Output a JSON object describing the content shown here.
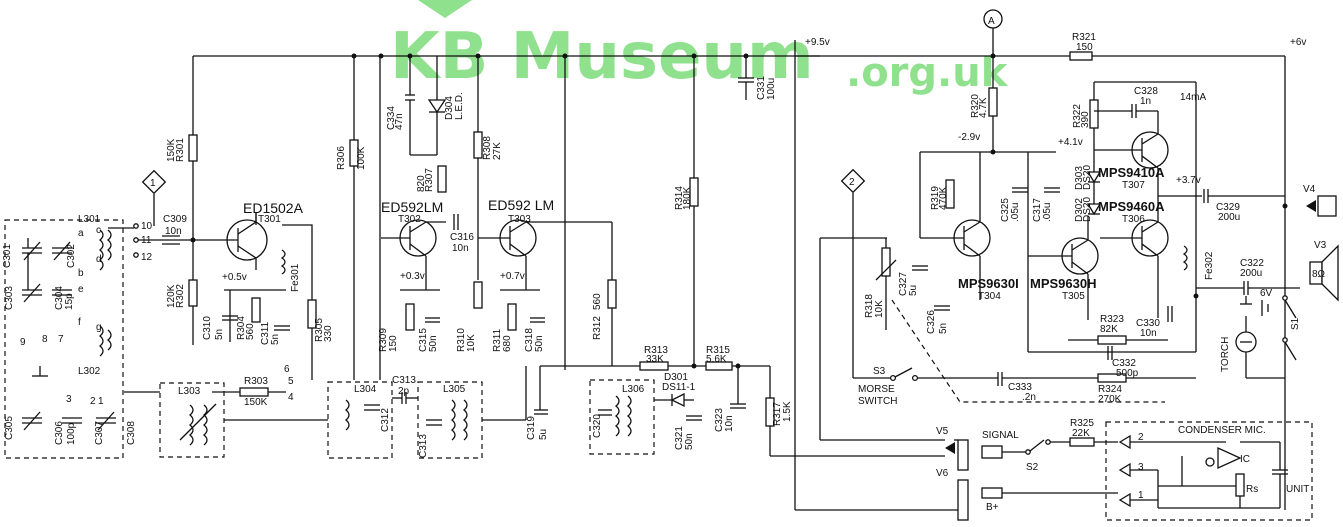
{
  "watermark": {
    "main": "KB Museum",
    "suffix": ".org.uk"
  },
  "nodes": {
    "node_a": "A",
    "node_1": "1",
    "node_2": "2",
    "node_1_mic": "1",
    "node_2_mic": "2",
    "node_3_mic": "3"
  },
  "supplies": {
    "plus95": "+9.5v",
    "plus6": "+6v",
    "v4": "V4",
    "v3": "V3",
    "v5": "V5",
    "v6": "V6"
  },
  "voltages": {
    "t301_e": "+0.5v",
    "t302_e": "+0.3v",
    "t303_e": "+0.7v",
    "t304_c": "-2.9v",
    "t307_e": "+4.1v",
    "t306_e": "+3.7v",
    "i_t307": "14mA"
  },
  "transistors": {
    "t301_type": "ED1502A",
    "t301_ref": "T301",
    "t302_type": "ED592LM",
    "t302_ref": "T302",
    "t303_type": "ED592 LM",
    "t303_ref": "T303",
    "t304_type": "MPS9630I",
    "t304_ref": "T304",
    "t305_type": "MPS9630H",
    "t305_ref": "T305",
    "t306_type": "MPS9460A",
    "t306_ref": "T306",
    "t307_type": "MPS9410A",
    "t307_ref": "T307"
  },
  "resistors": {
    "r301": "R301",
    "r301_v": "150K",
    "r302": "R302",
    "r302_v": "120K",
    "r303": "R303",
    "r303_v": "150K",
    "r304": "R304",
    "r304_v": "560",
    "r305": "R305",
    "r305_v": "330",
    "r306": "R306",
    "r306_v": "100K",
    "r307": "R307",
    "r307_v": "820",
    "r308": "R308",
    "r308_v": "27K",
    "r309": "R309",
    "r309_v": "150",
    "r310": "R310",
    "r310_v": "10K",
    "r311": "R311",
    "r311_v": "680",
    "r312": "R312",
    "r312_v": "560",
    "r313": "R313",
    "r313_v": "33K",
    "r314": "R314",
    "r314_v": "180K",
    "r315": "R315",
    "r315_v": "5.6K",
    "r317": "R317",
    "r317_v": "1.5K",
    "r318": "R318",
    "r318_v": "10K",
    "r319": "R319",
    "r319_v": "470K",
    "r320": "R320",
    "r320_v": "4.7K",
    "r321": "R321",
    "r321_v": "150",
    "r322": "R322",
    "r322_v": "390",
    "r323": "R323",
    "r323_v": "82K",
    "r324": "R324",
    "r324_v": "270K",
    "r325": "R325",
    "r325_v": "22K",
    "rs": "Rs"
  },
  "capacitors": {
    "c301": "C301",
    "c302": "C302",
    "c303": "C303",
    "c304": "C304",
    "c304_v": "15p",
    "c305": "C305",
    "c306": "C306",
    "c306_v": "100p",
    "c307": "C307",
    "c308": "C308",
    "c309": "C309",
    "c309_v": "10n",
    "c310": "C310",
    "c310_v": "5n",
    "c311": "C311",
    "c311_v": "5n",
    "c312": "C312",
    "c313": "C313",
    "c313_v": "2p",
    "c313b": "C313",
    "c315": "C315",
    "c315_v": "50n",
    "c316": "C316",
    "c316_v": "10n",
    "c318": "C318",
    "c318_v": "50n",
    "c319": "C319",
    "c319_v": "5u",
    "c320": "C320",
    "c321": "C321",
    "c321_v": "50n",
    "c322": "C322",
    "c322_v": "200u",
    "c323": "C323",
    "c323_v": "10n",
    "c325": "C325",
    "c325_v": ".05u",
    "c326": "C326",
    "c326_v": "5n",
    "c327": "C327",
    "c327_v": "5u",
    "c328": "C328",
    "c328_v": "1n",
    "c329": "C329",
    "c329_v": "200u",
    "c330": "C330",
    "c330_v": "10n",
    "c331": "C331",
    "c331_v": "100u",
    "c332": "C332",
    "c332_v": "500p",
    "c333": "C333",
    "c333_v": ".2n",
    "c334": "C334",
    "c334_v": "47n",
    "c317": "C317",
    "c317_v": ".05u"
  },
  "inductors": {
    "l301": "L301",
    "l302": "L302",
    "l303": "L303",
    "l304": "L304",
    "l305": "L305",
    "l306": "L306",
    "fe301": "Fe301",
    "fe302": "Fe302"
  },
  "diodes": {
    "d301": "D301",
    "d301_t": "DS11-1",
    "d302": "D302",
    "d302_t": "DS20",
    "d303": "D303",
    "d303_t": "DS20",
    "d304": "D304",
    "d304_t": "L.E.D."
  },
  "switches": {
    "s1": "S1",
    "s2": "S2",
    "s3": "S3",
    "morse": "MORSE",
    "morse2": "SWITCH",
    "torch": "TORCH",
    "bat6v": "6V"
  },
  "speaker": {
    "imp": "8Ω"
  },
  "coil_pins": {
    "p10": "10",
    "p11": "11",
    "p12": "12",
    "pa": "a",
    "pb": "b",
    "pc": "c",
    "pd": "d",
    "pe": "e",
    "pf": "f",
    "pg": "g",
    "p9": "9",
    "p8": "8",
    "p7": "7",
    "p6": "6",
    "p5": "5",
    "p4": "4",
    "p3": "3",
    "p1": "1",
    "p2": "2"
  },
  "mic": {
    "title": "CONDENSER  MIC.",
    "ic": "IC",
    "unit": "UNIT",
    "signal": "SIGNAL",
    "bplus": "B+"
  }
}
